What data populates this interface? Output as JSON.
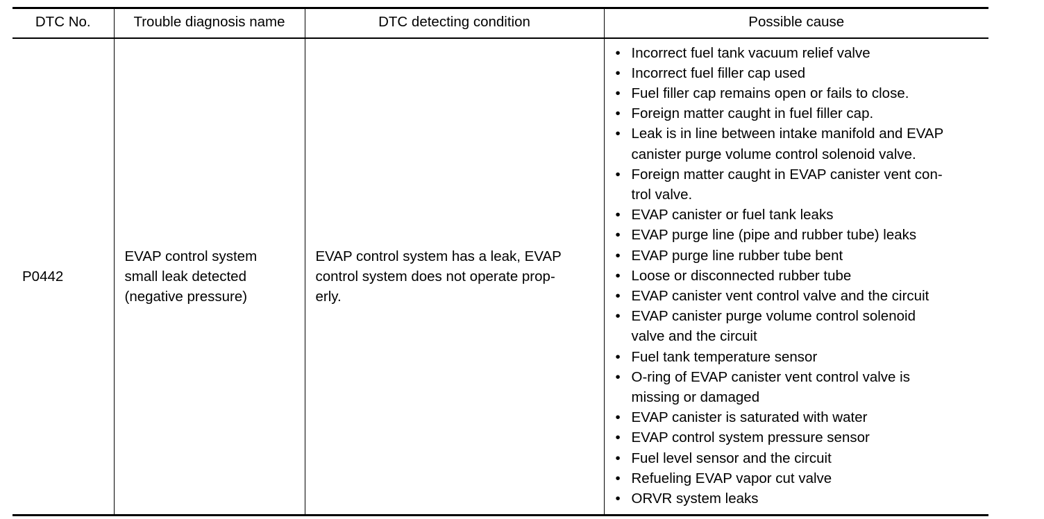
{
  "table": {
    "headers": {
      "dtc_no": "DTC No.",
      "trouble_name": "Trouble diagnosis name",
      "detecting_condition": "DTC detecting condition",
      "possible_cause": "Possible cause"
    },
    "row": {
      "dtc_no": "P0442",
      "trouble_name_lines": [
        "EVAP control system",
        "small leak detected",
        "(negative pressure)"
      ],
      "detecting_condition_lines": [
        "EVAP control system has a leak, EVAP",
        "control system does not operate prop-",
        "erly."
      ],
      "bullet": "•",
      "possible_causes": [
        [
          "Incorrect fuel tank vacuum relief valve"
        ],
        [
          "Incorrect fuel filler cap used"
        ],
        [
          "Fuel filler cap remains open or fails to close."
        ],
        [
          "Foreign matter caught in fuel filler cap."
        ],
        [
          "Leak is in line between intake manifold and EVAP",
          "canister purge volume control solenoid valve."
        ],
        [
          "Foreign matter caught in EVAP canister vent con-",
          "trol valve."
        ],
        [
          "EVAP canister or fuel tank leaks"
        ],
        [
          "EVAP purge line (pipe and rubber tube) leaks"
        ],
        [
          "EVAP purge line rubber tube bent"
        ],
        [
          "Loose or disconnected rubber tube"
        ],
        [
          "EVAP canister vent control valve and the circuit"
        ],
        [
          "EVAP canister purge volume control solenoid",
          "valve and the circuit"
        ],
        [
          "Fuel tank temperature sensor"
        ],
        [
          "O-ring of EVAP canister vent control valve is",
          "missing or damaged"
        ],
        [
          "EVAP canister is saturated with water"
        ],
        [
          "EVAP control system pressure sensor"
        ],
        [
          "Fuel level sensor and the circuit"
        ],
        [
          "Refueling EVAP vapor cut valve"
        ],
        [
          "ORVR system leaks"
        ]
      ]
    }
  }
}
